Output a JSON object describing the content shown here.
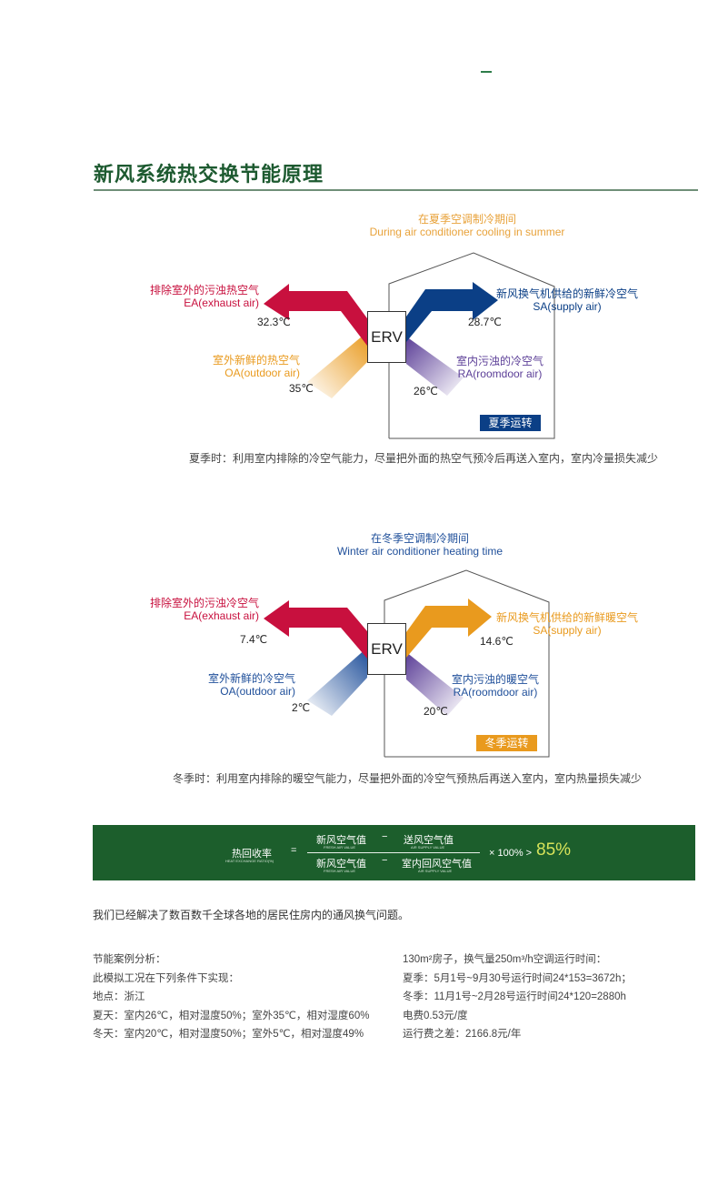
{
  "heading": "新风系统热交换节能原理",
  "summer": {
    "title_cn": "在夏季空调制冷期间",
    "title_en": "During air conditioner cooling in summer",
    "ea_cn": "排除室外的污浊热空气",
    "ea_en": "EA(exhaust air)",
    "ea_temp": "32.3℃",
    "sa_cn": "新风换气机供给的新鲜冷空气",
    "sa_en": "SA(supply air)",
    "sa_temp": "28.7℃",
    "oa_cn": "室外新鲜的热空气",
    "oa_en": "OA(outdoor air)",
    "oa_temp": "35℃",
    "ra_cn": "室内污浊的冷空气",
    "ra_en": "RA(roomdoor air)",
    "ra_temp": "26℃",
    "erv": "ERV",
    "badge": "夏季运转",
    "caption": "夏季时：利用室内排除的冷空气能力，尽量把外面的热空气预冷后再送入室内，室内冷量损失减少",
    "colors": {
      "title": "#e8a23a",
      "ea": "#c8103e",
      "sa": "#0b3f86",
      "oa": "#e99a1e",
      "ra": "#5b3e97",
      "badge": "#0b3f86"
    }
  },
  "winter": {
    "title_cn": "在冬季空调制冷期间",
    "title_en": "Winter air conditioner heating time",
    "ea_cn": "排除室外的污浊冷空气",
    "ea_en": "EA(exhaust air)",
    "ea_temp": "7.4℃",
    "sa_cn": "新风换气机供给的新鲜暖空气",
    "sa_en": "SA(supply air)",
    "sa_temp": "14.6℃",
    "oa_cn": "室外新鲜的冷空气",
    "oa_en": "OA(outdoor air)",
    "oa_temp": "2℃",
    "ra_cn": "室内污浊的暖空气",
    "ra_en": "RA(roomdoor air)",
    "ra_temp": "20℃",
    "erv": "ERV",
    "badge": "冬季运转",
    "caption": "冬季时：利用室内排除的暖空气能力，尽量把外面的冷空气预热后再送入室内，室内热量损失减少",
    "colors": {
      "title": "#1f4f9a",
      "ea": "#c8103e",
      "sa": "#e99a1e",
      "oa": "#1f4f9a",
      "ra": "#5b3e97",
      "badge": "#e99a1e"
    }
  },
  "formula": {
    "lhs": "热回收率",
    "lhs_en": "HEAT EXCHANGE RATIO(%)",
    "eq": "=",
    "num_a": "新风空气值",
    "num_a_en": "FRESH AIR VALUE",
    "minus": "−",
    "num_b": "送风空气值",
    "num_b_en": "AIR SUPPLY VALUE",
    "den_a": "新风空气值",
    "den_a_en": "FRESH AIR VALUE",
    "den_b": "室内回风空气值",
    "den_b_en": "AIR SUPPLY VALUE",
    "times": "× 100% >",
    "result": "85%",
    "result_color": "#d7e35a"
  },
  "intro": "我们已经解决了数百数千全球各地的居民住房内的通风换气问题。",
  "case_left": [
    "节能案例分析：",
    "此模拟工况在下列条件下实现：",
    "地点：浙江",
    "夏天：室内26℃，相对湿度50%；室外35℃，相对湿度60%",
    "冬天：室内20℃，相对湿度50%；室外5℃，相对湿度49%"
  ],
  "case_right": [
    "130m²房子，换气量250m³/h空调运行时间：",
    "夏季：5月1号~9月30号运行时间24*153=3672h；",
    "冬季：11月1号~2月28号运行时间24*120=2880h",
    "电费0.53元/度",
    "运行费之差：2166.8元/年"
  ]
}
